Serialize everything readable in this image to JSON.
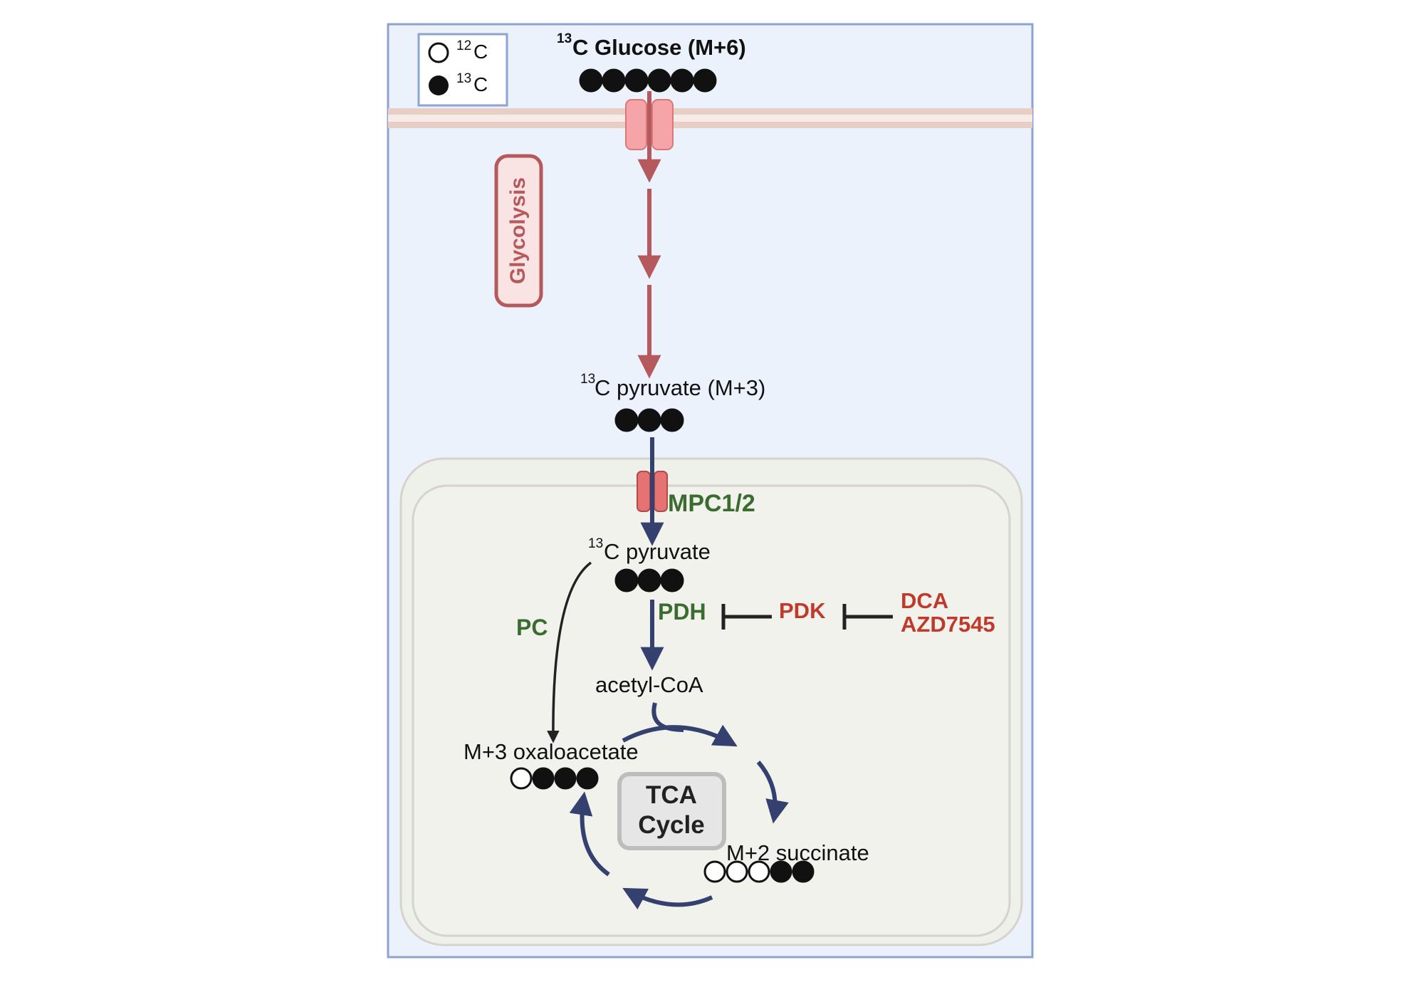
{
  "legend": {
    "c12_sup": "12",
    "c12_label": "C",
    "c13_sup": "13",
    "c13_label": "C"
  },
  "glucose": {
    "sup": "13",
    "label": "C Glucose (M+6)",
    "labeled_carbons": 6,
    "unlabeled_carbons": 0
  },
  "glycolysis": {
    "label": "Glycolysis"
  },
  "cyto_pyruvate": {
    "sup": "13",
    "label": "C pyruvate (M+3)",
    "labeled_carbons": 3,
    "unlabeled_carbons": 0
  },
  "mpc": {
    "label": "MPC1/2"
  },
  "mito_pyruvate": {
    "sup": "13",
    "label": "C pyruvate",
    "labeled_carbons": 3,
    "unlabeled_carbons": 0
  },
  "pdh": {
    "label": "PDH"
  },
  "pdk": {
    "label": "PDK"
  },
  "inhibitors": {
    "line1": "DCA",
    "line2": "AZD7545"
  },
  "pc": {
    "label": "PC"
  },
  "acetyl_coa": {
    "label": "acetyl-CoA"
  },
  "oxaloacetate": {
    "label": "M+3 oxaloacetate",
    "labeled_carbons": 3,
    "unlabeled_carbons": 1
  },
  "tca": {
    "line1": "TCA",
    "line2": "Cycle"
  },
  "succinate": {
    "label": "M+2 succinate",
    "labeled_carbons": 2,
    "unlabeled_carbons": 3
  },
  "colors": {
    "cell_fill": "#ecf2fb",
    "cell_border": "#8ea3cf",
    "membrane": "#e8cfc6",
    "glycolysis": "#b5595c",
    "mito_arrow": "#34406e",
    "enzyme_green": "#3a6b2f",
    "inhibitor_red": "#c0392b",
    "transporter": "#f5a5a8",
    "mpc_transporter": "#e57373",
    "mito_fill": "#f1f2ec",
    "mito_border": "#d8d2cc"
  }
}
